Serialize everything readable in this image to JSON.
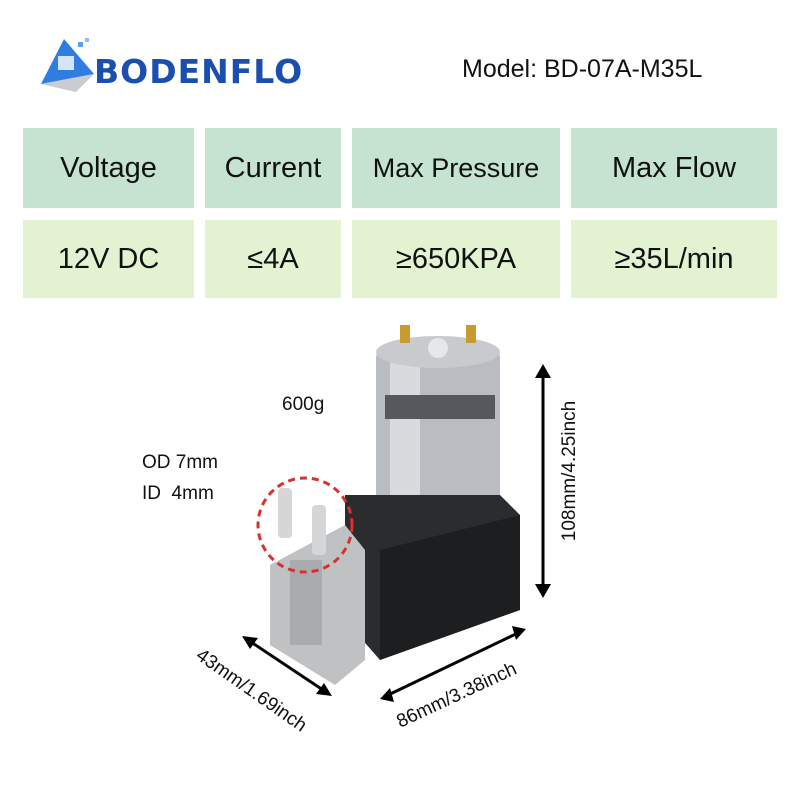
{
  "brand": {
    "name": "BODENFLO"
  },
  "model": "Model: BD-07A-M35L",
  "specs": {
    "headers": [
      "Voltage",
      "Current",
      "Max Pressure",
      "Max Flow"
    ],
    "values": [
      "12V DC",
      "≤4A",
      "≥650KPA",
      "≥35L/min"
    ]
  },
  "product": {
    "weight": "600g",
    "od": "OD 7mm",
    "id": "ID  4mm",
    "height": "108mm/4.25inch",
    "width": "43mm/1.69inch",
    "length": "86mm/3.38inch"
  },
  "colors": {
    "header": "#c5e3d0",
    "value": "#e3f3d2",
    "brand": "#1a4fb0"
  }
}
